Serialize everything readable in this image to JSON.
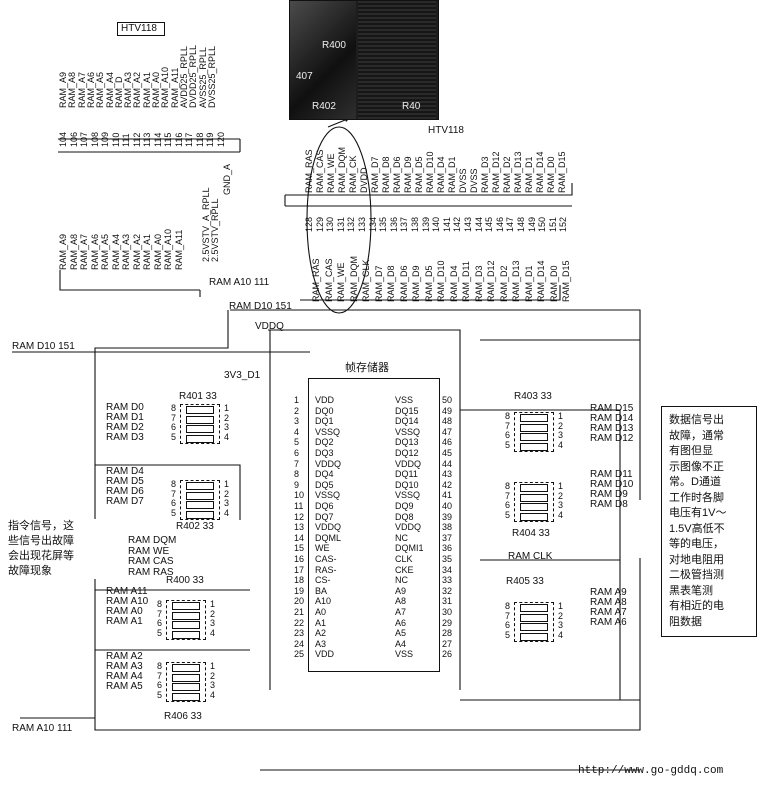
{
  "ic_top_left": "HTV118",
  "ic_top_right": "HTV118",
  "left_pin_labels": [
    "RAM_A9",
    "RAM_A8",
    "RAM_A7",
    "RAM_A6",
    "RAM_A5",
    "RAM_A4",
    "RAM_D",
    "RAM_A3",
    "RAM_A2",
    "RAM_A1",
    "RAM_A0",
    "RAM_A10",
    "RAM_A11",
    "AVDD25_RPLL",
    "DVDD25_RPLL",
    "AVSS25_RPLL",
    "DVSS25_RPLL"
  ],
  "left_pin_numbers": [
    "104",
    "106",
    "107",
    "108",
    "109",
    "110",
    "111",
    "112",
    "113",
    "114",
    "115",
    "116",
    "117",
    "118",
    "119",
    "120"
  ],
  "left_net_labels": [
    "RAM_A9",
    "RAM_A8",
    "RAM_A7",
    "RAM_A6",
    "RAM_A5",
    "RAM_A4",
    "RAM_A3",
    "RAM_A2",
    "RAM_A1",
    "RAM_A0",
    "RAM_A10",
    "RAM_A11"
  ],
  "left_power_labels": [
    "2.5VSTV_A_RPLL",
    "2.5VSTV_RPLL",
    "GND_A"
  ],
  "right_pin_labels": [
    "RAM_RAS",
    "RAM_CAS",
    "RAM_WE",
    "RAM_DQM",
    "RAM_CK",
    "DVDD",
    "RAM_D7",
    "RAM_D8",
    "RAM_D6",
    "RAM_D9",
    "RAM_D5",
    "RAM_D10",
    "RAM_D4",
    "RAM_D1",
    "DVSS",
    "DVSS",
    "RAM_D3",
    "RAM_D12",
    "RAM_D2",
    "RAM_D13",
    "RAM_D1",
    "RAM_D14",
    "RAM_D0",
    "RAM_D15"
  ],
  "right_pin_numbers": [
    "128",
    "129",
    "130",
    "131",
    "132",
    "133",
    "134",
    "135",
    "136",
    "137",
    "138",
    "139",
    "140",
    "141",
    "142",
    "143",
    "144",
    "145",
    "146",
    "147",
    "148",
    "149",
    "150",
    "151",
    "152"
  ],
  "right_net_labels": [
    "RAM_RAS",
    "RAM_CAS",
    "RAM_WE",
    "RAM_DQM",
    "RAM_CLK",
    "RAM_D7",
    "RAM_D8",
    "RAM_D6",
    "RAM_D9",
    "RAM_D5",
    "RAM_D10",
    "RAM_D4",
    "RAM_D11",
    "RAM_D3",
    "RAM_D12",
    "RAM_D2",
    "RAM_D13",
    "RAM_D1",
    "RAM_D14",
    "RAM_D0",
    "RAM_D15"
  ],
  "photo_labels": [
    "R400",
    "407",
    "R402",
    "R40"
  ],
  "bus_a10_top": "RAM A10 111",
  "bus_d10_top": "RAM D10 151",
  "bus_d10_left": "RAM D10 151",
  "bus_a10_bottom": "RAM A10 111",
  "vddq": "VDDQ",
  "v33": "3V3_D1",
  "frame_mem_title": "帧存储器",
  "ic_left_pins": [
    {
      "n": "1",
      "name": "VDD"
    },
    {
      "n": "2",
      "name": "DQ0"
    },
    {
      "n": "3",
      "name": "DQ1"
    },
    {
      "n": "4",
      "name": "VSSQ"
    },
    {
      "n": "5",
      "name": "DQ2"
    },
    {
      "n": "6",
      "name": "DQ3"
    },
    {
      "n": "7",
      "name": "VDDQ"
    },
    {
      "n": "8",
      "name": "DQ4"
    },
    {
      "n": "9",
      "name": "DQ5"
    },
    {
      "n": "10",
      "name": "VSSQ"
    },
    {
      "n": "11",
      "name": "DQ6"
    },
    {
      "n": "12",
      "name": "DQ7"
    },
    {
      "n": "13",
      "name": "VDDQ"
    },
    {
      "n": "14",
      "name": "DQML"
    },
    {
      "n": "15",
      "name": "WE"
    },
    {
      "n": "16",
      "name": "CAS-"
    },
    {
      "n": "17",
      "name": "RAS-"
    },
    {
      "n": "18",
      "name": "CS-"
    },
    {
      "n": "19",
      "name": "BA"
    },
    {
      "n": "20",
      "name": "A10"
    },
    {
      "n": "21",
      "name": "A0"
    },
    {
      "n": "22",
      "name": "A1"
    },
    {
      "n": "23",
      "name": "A2"
    },
    {
      "n": "24",
      "name": "A3"
    },
    {
      "n": "25",
      "name": "VDD"
    }
  ],
  "ic_right_pins": [
    {
      "n": "50",
      "name": "VSS"
    },
    {
      "n": "49",
      "name": "DQ15"
    },
    {
      "n": "48",
      "name": "DQ14"
    },
    {
      "n": "47",
      "name": "VSSQ"
    },
    {
      "n": "46",
      "name": "DQ13"
    },
    {
      "n": "45",
      "name": "DQ12"
    },
    {
      "n": "44",
      "name": "VDDQ"
    },
    {
      "n": "43",
      "name": "DQ11"
    },
    {
      "n": "42",
      "name": "DQ10"
    },
    {
      "n": "41",
      "name": "VSSQ"
    },
    {
      "n": "40",
      "name": "DQ9"
    },
    {
      "n": "39",
      "name": "DQ8"
    },
    {
      "n": "38",
      "name": "VDDQ"
    },
    {
      "n": "37",
      "name": "NC"
    },
    {
      "n": "36",
      "name": "DQMI1"
    },
    {
      "n": "35",
      "name": "CLK"
    },
    {
      "n": "34",
      "name": "CKE"
    },
    {
      "n": "33",
      "name": "NC"
    },
    {
      "n": "32",
      "name": "A9"
    },
    {
      "n": "31",
      "name": "A8"
    },
    {
      "n": "30",
      "name": "A7"
    },
    {
      "n": "29",
      "name": "A6"
    },
    {
      "n": "28",
      "name": "A5"
    },
    {
      "n": "27",
      "name": "A4"
    },
    {
      "n": "26",
      "name": "VSS"
    }
  ],
  "resistors": {
    "r401": {
      "title": "R401 33",
      "nets": [
        "RAM D0",
        "RAM D1",
        "RAM D2",
        "RAM D3"
      ],
      "left": [
        "8",
        "7",
        "6",
        "5"
      ],
      "right": [
        "1",
        "2",
        "3",
        "4"
      ]
    },
    "r402": {
      "title": "R402 33",
      "nets": [
        "RAM D4",
        "RAM D5",
        "RAM D6",
        "RAM D7"
      ],
      "left": [
        "8",
        "7",
        "6",
        "5"
      ],
      "right": [
        "1",
        "2",
        "3",
        "4"
      ]
    },
    "r400": {
      "title": "R400 33",
      "nets": [
        "RAM A11",
        "RAM A10",
        "RAM A0",
        "RAM A1"
      ],
      "left": [
        "8",
        "7",
        "6",
        "5"
      ],
      "right": [
        "1",
        "2",
        "3",
        "4"
      ]
    },
    "r406": {
      "title": "R406 33",
      "nets": [
        "RAM A2",
        "RAM A3",
        "RAM A4",
        "RAM A5"
      ],
      "left": [
        "8",
        "7",
        "6",
        "5"
      ],
      "right": [
        "1",
        "2",
        "3",
        "4"
      ]
    },
    "r403": {
      "title": "R403 33",
      "nets": [
        "RAM D15",
        "RAM D14",
        "RAM D13",
        "RAM D12"
      ],
      "left": [
        "8",
        "7",
        "6",
        "5"
      ],
      "right": [
        "1",
        "2",
        "3",
        "4"
      ]
    },
    "r404": {
      "title": "R404 33",
      "nets": [
        "RAM D11",
        "RAM D10",
        "RAM D9",
        "RAM D8"
      ],
      "left": [
        "8",
        "7",
        "6",
        "5"
      ],
      "right": [
        "1",
        "2",
        "3",
        "4"
      ]
    },
    "r405": {
      "title": "R405 33",
      "nets": [
        "RAM A9",
        "RAM A8",
        "RAM A7",
        "RAM A6"
      ],
      "left": [
        "8",
        "7",
        "6",
        "5"
      ],
      "right": [
        "1",
        "2",
        "3",
        "4"
      ]
    }
  },
  "cmd_nets": [
    "RAM DQM",
    "RAM WE",
    "RAM CAS",
    "RAM RAS"
  ],
  "ram_clk": "RAM CLK",
  "note_left": [
    "指令信号，这",
    "些信号出故障",
    "会出现花屏等",
    "故障现象"
  ],
  "note_right": [
    "数据信号出",
    "故障，通常",
    "有图但显",
    "示图像不正",
    "常。D通道",
    "工作时各脚",
    "电压有1V～",
    "1.5V高低不",
    "等的电压，",
    "对地电阻用",
    "二极管挡测",
    "黑表笔测",
    "有相近的电",
    "阻数据"
  ],
  "watermark": "http://www.go-gddq.com"
}
